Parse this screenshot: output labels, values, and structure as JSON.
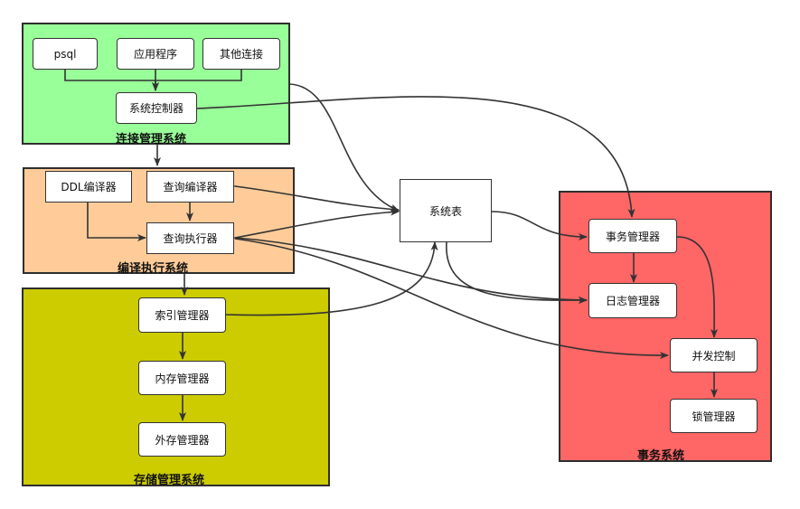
{
  "groups": {
    "connection": {
      "label": "连接管理系统",
      "color": "#99ff99"
    },
    "compile": {
      "label": "编译执行系统",
      "color": "#ffcc99"
    },
    "storage": {
      "label": "存储管理系统",
      "color": "#cccc00"
    },
    "transaction": {
      "label": "事务系统",
      "color": "#ff6666"
    }
  },
  "nodes": {
    "psql": "psql",
    "app": "应用程序",
    "other_conn": "其他连接",
    "sys_controller": "系统控制器",
    "ddl_compiler": "DDL编译器",
    "query_compiler": "查询编译器",
    "query_executor": "查询执行器",
    "index_mgr": "索引管理器",
    "memory_mgr": "内存管理器",
    "external_mgr": "外存管理器",
    "system_table": "系统表",
    "tx_mgr": "事务管理器",
    "log_mgr": "日志管理器",
    "concurrency": "并发控制",
    "lock_mgr": "锁管理器"
  }
}
